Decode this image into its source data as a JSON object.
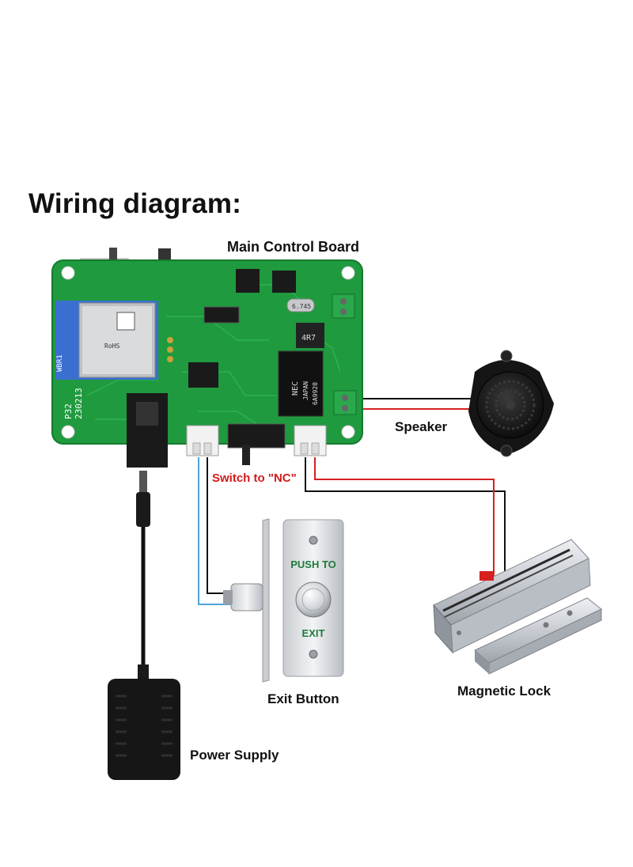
{
  "title": "Wiring diagram:",
  "labels": {
    "main_board": "Main Control Board",
    "speaker": "Speaker",
    "switch_note": "Switch to \"NC\"",
    "exit_button": "Exit Button",
    "magnetic_lock": "Magnetic Lock",
    "power_supply": "Power Supply"
  },
  "board_markings": {
    "model_line": "P32",
    "date_line": "230213",
    "module": "WBR1",
    "rohs": "RoHS",
    "relay_brand": "NEC",
    "relay_origin": "JAPAN",
    "relay_code": "6A9920",
    "inductor": "4R7",
    "crystal": "6.745"
  },
  "exit_plate": {
    "top_text": "PUSH TO",
    "bottom_text": "EXIT"
  },
  "colors": {
    "pcb_green": "#1f9a3e",
    "wire_red": "#d62020",
    "wire_black": "#111111",
    "wire_blue": "#4fa3d8",
    "label_red": "#d21a1a",
    "plate_green_text": "#1d7a3a"
  }
}
